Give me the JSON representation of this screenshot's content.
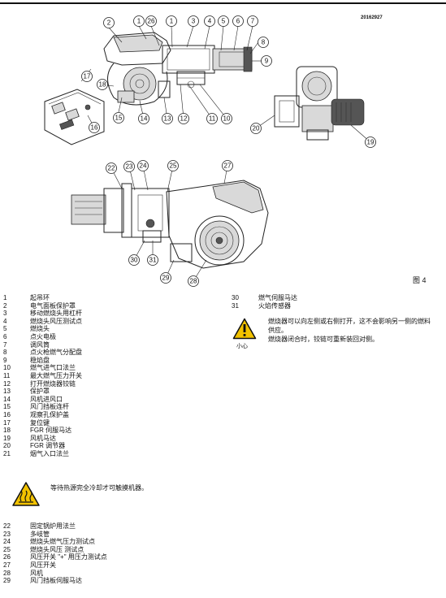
{
  "doc_number": "20162927",
  "figure_label": "图 4",
  "callouts_top": [
    "2",
    "1",
    "26",
    "1",
    "3",
    "4",
    "5",
    "6",
    "7",
    "8",
    "9",
    "17",
    "18",
    "16",
    "15",
    "14",
    "13",
    "12",
    "11",
    "10",
    "20",
    "19"
  ],
  "callouts_bottom": [
    "22",
    "23",
    "24",
    "25",
    "27",
    "30",
    "31",
    "29",
    "28"
  ],
  "legend_part1": [
    {
      "num": "1",
      "label": "起吊环"
    },
    {
      "num": "2",
      "label": "电气面板保护罩"
    },
    {
      "num": "3",
      "label": "移动燃烧头用杠杆"
    },
    {
      "num": "4",
      "label": "燃烧头风压测试点"
    },
    {
      "num": "5",
      "label": "燃烧头"
    },
    {
      "num": "6",
      "label": "点火电极"
    },
    {
      "num": "7",
      "label": "调风筒"
    },
    {
      "num": "8",
      "label": "点火枪燃气分配盘"
    },
    {
      "num": "9",
      "label": "稳焰盘"
    },
    {
      "num": "10",
      "label": "燃气进气口法兰"
    },
    {
      "num": "11",
      "label": "最大燃气压力开关"
    },
    {
      "num": "12",
      "label": "打开燃烧器铰链"
    },
    {
      "num": "13",
      "label": "保护罩"
    },
    {
      "num": "14",
      "label": "风机进风口"
    },
    {
      "num": "15",
      "label": "风门挡板连杆"
    },
    {
      "num": "16",
      "label": "观察孔保护盖"
    },
    {
      "num": "17",
      "label": "复位键"
    },
    {
      "num": "18",
      "label": "FGR 伺服马达"
    },
    {
      "num": "19",
      "label": "风机马达"
    },
    {
      "num": "20",
      "label": "FGR 调节器"
    },
    {
      "num": "21",
      "label": "烟气入口法兰"
    }
  ],
  "heat_warning_text": "等待热源完全冷却才可触摸机器。",
  "legend_part2": [
    {
      "num": "22",
      "label": "固定锅炉用法兰"
    },
    {
      "num": "23",
      "label": "多岐管"
    },
    {
      "num": "24",
      "label": "燃烧头燃气压力测试点"
    },
    {
      "num": "25",
      "label": "燃烧头风压 测试点"
    },
    {
      "num": "26",
      "label": "风压开关 \"+\" 用压力测试点"
    },
    {
      "num": "27",
      "label": "风压开关"
    },
    {
      "num": "28",
      "label": "风机"
    },
    {
      "num": "29",
      "label": "风门挡板伺服马达"
    }
  ],
  "legend_part3": [
    {
      "num": "30",
      "label": "燃气伺服马达"
    },
    {
      "num": "31",
      "label": "火焰传感器"
    }
  ],
  "caution_caption": "小心",
  "note1": "燃烧器可以向左侧或右侧打开，这不会影响另一侧的燃料供应。",
  "note2": "燃烧器闭合时，铰链可重新装回对侧。",
  "colors": {
    "warning_yellow": "#f2c200",
    "line": "#222222",
    "shade": "#d9d9d9"
  }
}
